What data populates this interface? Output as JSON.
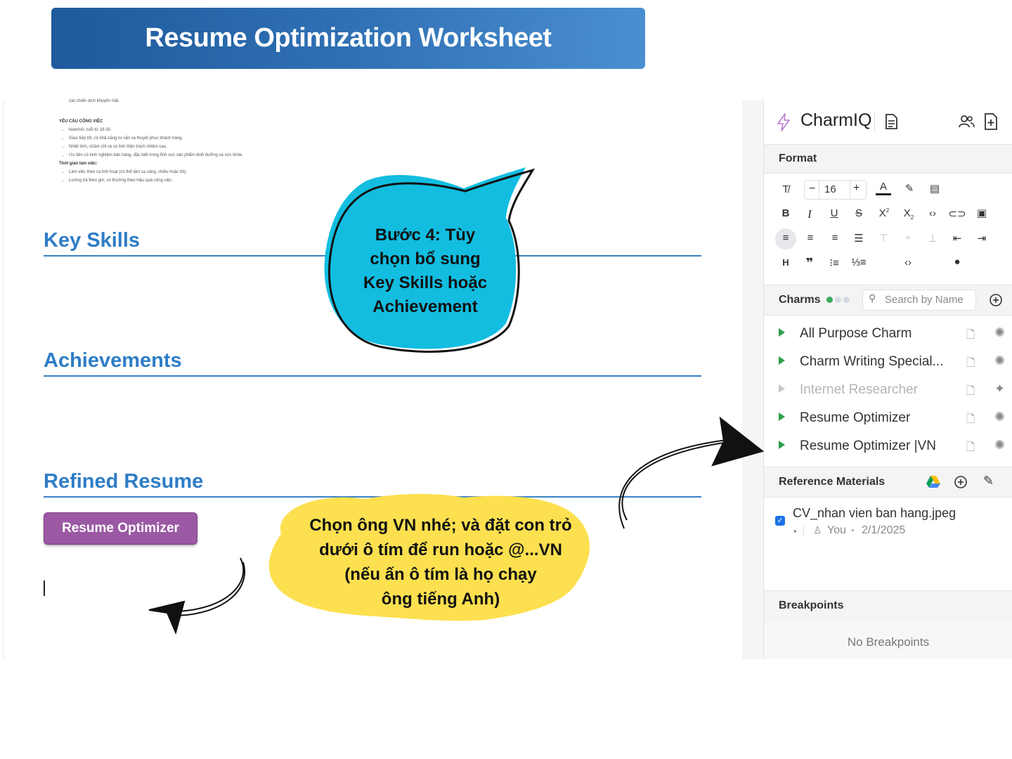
{
  "banner": {
    "title": "Resume Optimization Worksheet"
  },
  "document": {
    "snippet": {
      "top_line": "các chiến dịch khuyến mãi.",
      "requirements_heading": "YÊU CẦU CÔNG VIỆC",
      "requirements": [
        "Nam/nữ, tuổi từ 18-30.",
        "Giao tiếp tốt, có khả năng tư vấn và thuyết phục khách hàng.",
        "Nhiệt tình, chăm chỉ và có tinh thần trách nhiệm cao.",
        "Ưu tiên có kinh nghiệm bán hàng, đặc biệt trong lĩnh vực sản phẩm dinh dưỡng và sức khỏe."
      ],
      "time_heading": "Thời gian làm việc:",
      "time_items": [
        "Làm việc theo ca linh hoạt (có thể làm ca sáng, chiều hoặc tối).",
        "Lương trả theo giờ, có thưởng theo hiệu quả công việc."
      ]
    },
    "sections": {
      "key_skills": "Key Skills",
      "achievements": "Achievements",
      "refined_resume": "Refined Resume"
    },
    "resume_optimizer_button": "Resume Optimizer"
  },
  "annotations": {
    "step4_lines": [
      "Bước 4: Tùy",
      "chọn bổ sung",
      "Key Skills hoặc",
      "Achievement"
    ],
    "note_lines": [
      "Chọn ông VN nhé; và đặt con trỏ",
      "dưới ô tím để run hoặc @...VN",
      "(nếu ấn ô tím là họ chạy",
      "ông tiếng Anh)"
    ],
    "colors": {
      "cyan_bubble": "#12bde0",
      "yellow_bubble": "#fde04f"
    }
  },
  "panel": {
    "app_name": "CharmIQ",
    "format": {
      "label": "Format",
      "font_size": "16"
    },
    "charms": {
      "label": "Charms",
      "search_placeholder": "Search by Name",
      "items": [
        {
          "name": "All Purpose Charm",
          "enabled": true
        },
        {
          "name": "Charm Writing Special...",
          "enabled": true
        },
        {
          "name": "Internet Researcher",
          "enabled": false
        },
        {
          "name": "Resume Optimizer",
          "enabled": true
        },
        {
          "name": "Resume Optimizer |VN",
          "enabled": true
        }
      ]
    },
    "reference": {
      "label": "Reference Materials",
      "file_name": "CV_nhan vien ban hang.jpeg",
      "owner": "You",
      "date": "2/1/2025"
    },
    "breakpoints": {
      "label": "Breakpoints",
      "empty_text": "No Breakpoints"
    }
  }
}
